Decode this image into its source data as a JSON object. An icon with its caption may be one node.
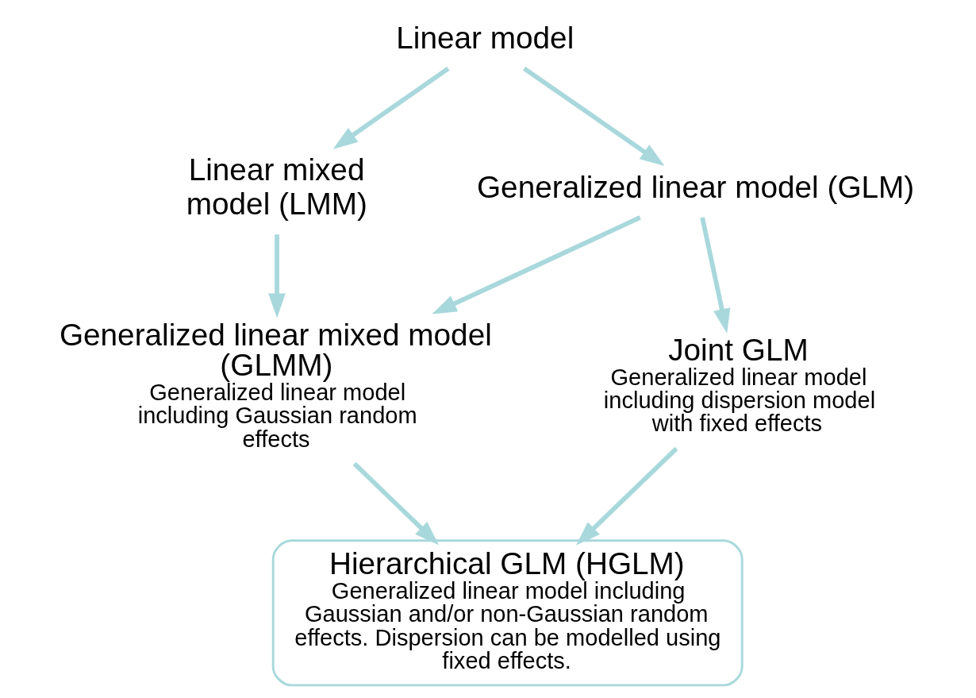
{
  "diagram": {
    "nodes": [
      {
        "text": [
          "Linear model"
        ]
      },
      {
        "text": [
          "Linear mixed model (LMM)"
        ]
      },
      {
        "text": [
          "Generalized linear model (GLM)"
        ]
      },
      {
        "text": [
          "Generalized linear mixed model (GLMM)",
          "Generalized linear model including Gaussian random effects"
        ]
      },
      {
        "text": [
          "Joint GLM",
          "Generalized linear model including dispersion model with fixed effects"
        ]
      },
      {
        "text": [
          "Hierarchical GLM (HGLM)",
          "Generalized linear model including Gaussian and/or non-Gaussian random effects. Dispersion can be modelled using fixed effects."
        ]
      }
    ],
    "edges": [
      {
        "from": 0,
        "to": 1,
        "arrow": "to"
      },
      {
        "from": 0,
        "to": 2,
        "arrow": "to"
      },
      {
        "from": 1,
        "to": 3,
        "arrow": "to"
      },
      {
        "from": 2,
        "to": 3,
        "arrow": "to"
      },
      {
        "from": 2,
        "to": 4,
        "arrow": "to"
      },
      {
        "from": 3,
        "to": 5,
        "arrow": "to"
      },
      {
        "from": 4,
        "to": 5,
        "arrow": "to"
      }
    ]
  }
}
